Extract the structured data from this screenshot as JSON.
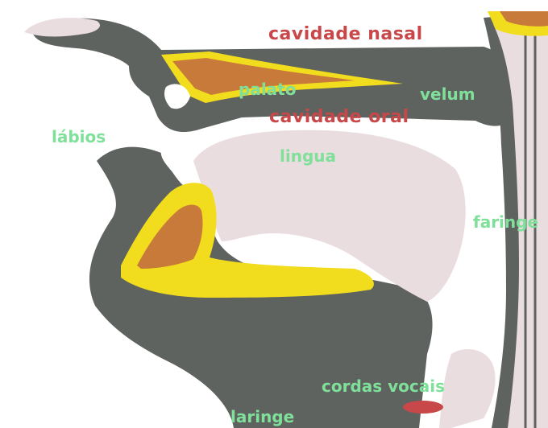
{
  "labels": {
    "cavidade_nasal": "cavidade nasal",
    "palato": "palato",
    "velum": "velum",
    "cavidade_oral": "cavidade oral",
    "labios": "lábios",
    "lingua": "lingua",
    "faringe": "faringe",
    "cordas_vocais": "cordas vocais",
    "laringe": "laringe"
  },
  "colors": {
    "background": "#ffffff",
    "soft_tissue": "#5f6360",
    "tongue": "#eadde0",
    "bone_outline": "#f2dc1e",
    "bone_fill": "#c87a3a",
    "red_label": "#c8484a",
    "green_label": "#7fe09a"
  }
}
